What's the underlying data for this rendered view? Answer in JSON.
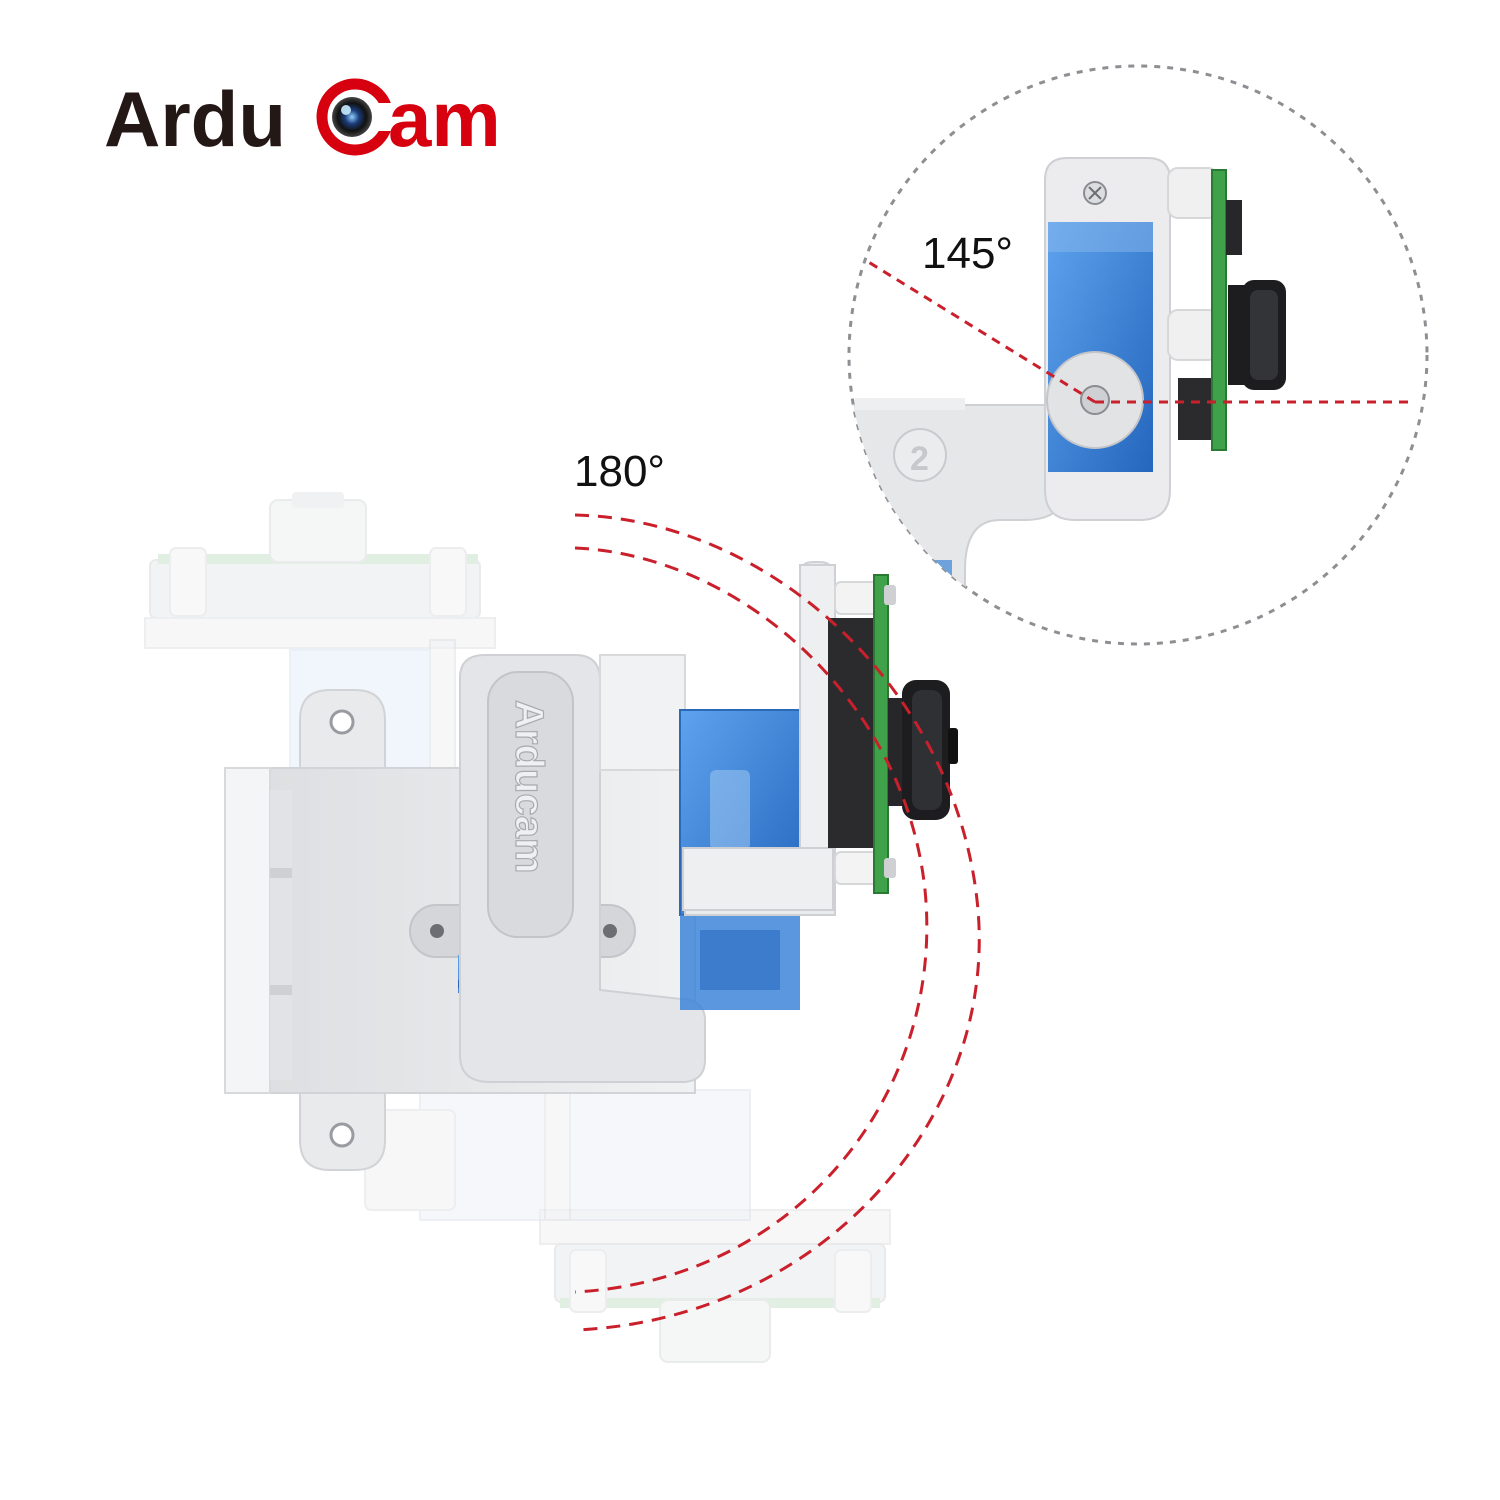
{
  "logo": {
    "brand": "ArduCam",
    "text_left": "Ardu",
    "text_right": "am"
  },
  "labels": {
    "tilt_range": "180°",
    "detail_range": "145°",
    "bracket_engraving": "Arducam",
    "part_number": "2"
  },
  "colors": {
    "brand_dark": "#231815",
    "brand_red": "#d7000f",
    "servo_blue": "#3a84d6",
    "pcb_green": "#3fa24a",
    "bracket_grey": "#e8e9eb",
    "dashed_arc": "#c9202c",
    "lens_black": "#1d1d1f"
  }
}
